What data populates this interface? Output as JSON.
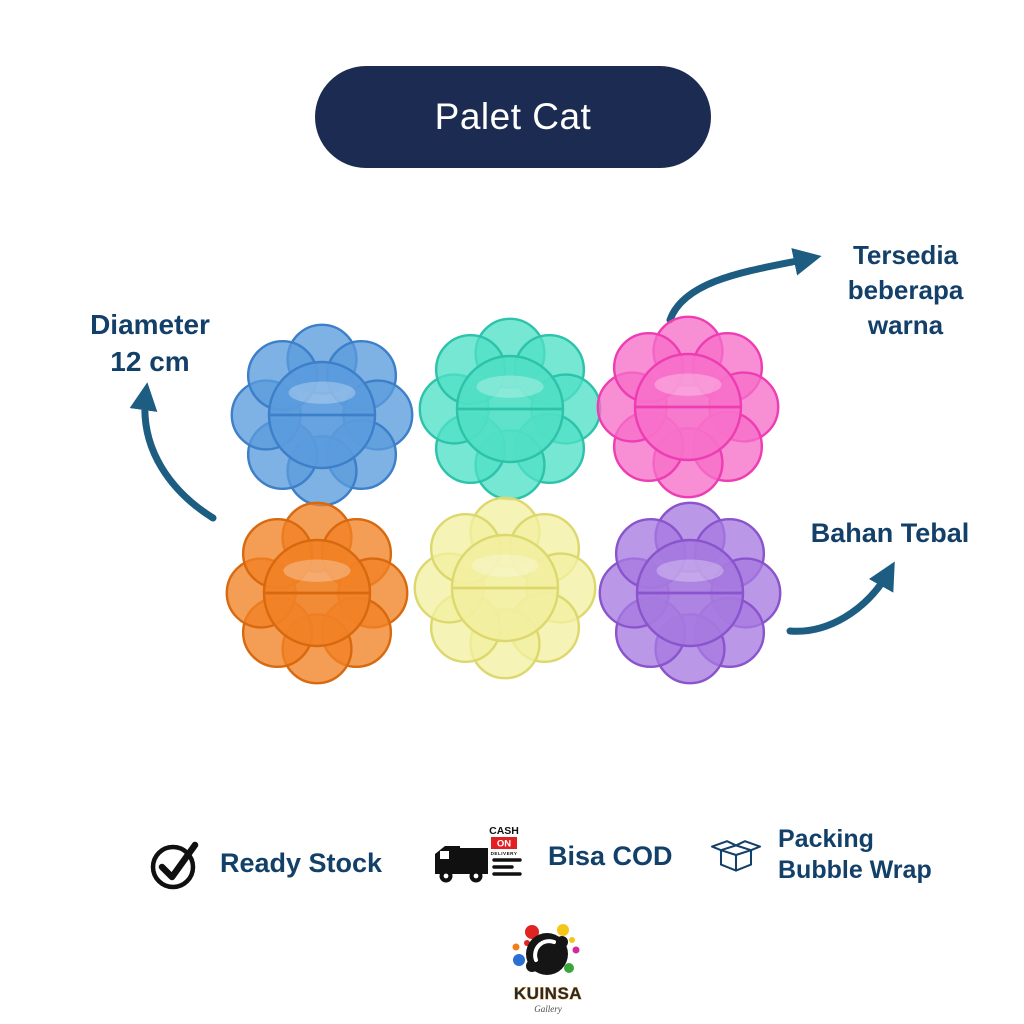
{
  "title": "Palet Cat",
  "callouts": {
    "diameter_line1": "Diameter",
    "diameter_line2": "12 cm",
    "warna_line1": "Tersedia",
    "warna_line2": "beberapa",
    "warna_line3": "warna",
    "bahan": "Bahan Tebal"
  },
  "features": {
    "ready_stock": "Ready Stock",
    "cod": "Bisa COD",
    "cod_badge_cash": "CASH",
    "cod_badge_on": "ON",
    "cod_badge_delivery": "DELIVERY",
    "packing_line1": "Packing",
    "packing_line2": "Bubble Wrap"
  },
  "palettes": [
    {
      "name": "blue",
      "fill": "#5a9bdd",
      "stroke": "#3d7fc8"
    },
    {
      "name": "teal",
      "fill": "#50e0c6",
      "stroke": "#2cc3aa"
    },
    {
      "name": "pink",
      "fill": "#f670c9",
      "stroke": "#ee3db2"
    },
    {
      "name": "orange",
      "fill": "#f18125",
      "stroke": "#d8690e"
    },
    {
      "name": "yellow",
      "fill": "#f2efa0",
      "stroke": "#ddd86e"
    },
    {
      "name": "purple",
      "fill": "#a67ae0",
      "stroke": "#8a54cc"
    }
  ],
  "logo": {
    "name": "KUINSA",
    "tagline": "Gallery"
  },
  "colors": {
    "pill_bg": "#1c2b52",
    "title_text": "#ffffff",
    "label": "#134069",
    "arrow": "#1d5d82"
  }
}
